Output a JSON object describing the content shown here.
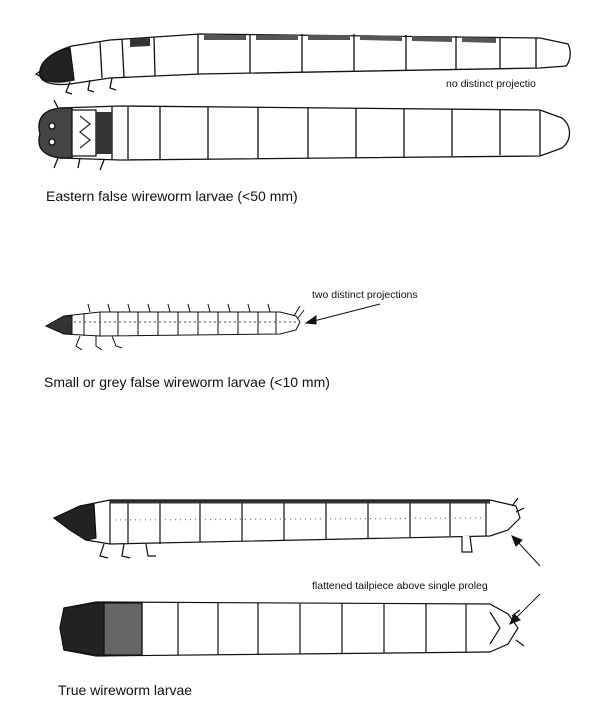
{
  "sections": {
    "eastern": {
      "caption": "Eastern false wireworm larvae (<50 mm)",
      "note": "no distinct projectio"
    },
    "grey": {
      "caption": "Small or grey  false wireworm larvae (<10 mm)",
      "note": "two distinct projections"
    },
    "true": {
      "caption": "True wireworm larvae",
      "note": "flattened tailpiece above single proleg"
    }
  },
  "colors": {
    "ink": "#111111",
    "paper": "#ffffff",
    "shade": "#555555"
  }
}
